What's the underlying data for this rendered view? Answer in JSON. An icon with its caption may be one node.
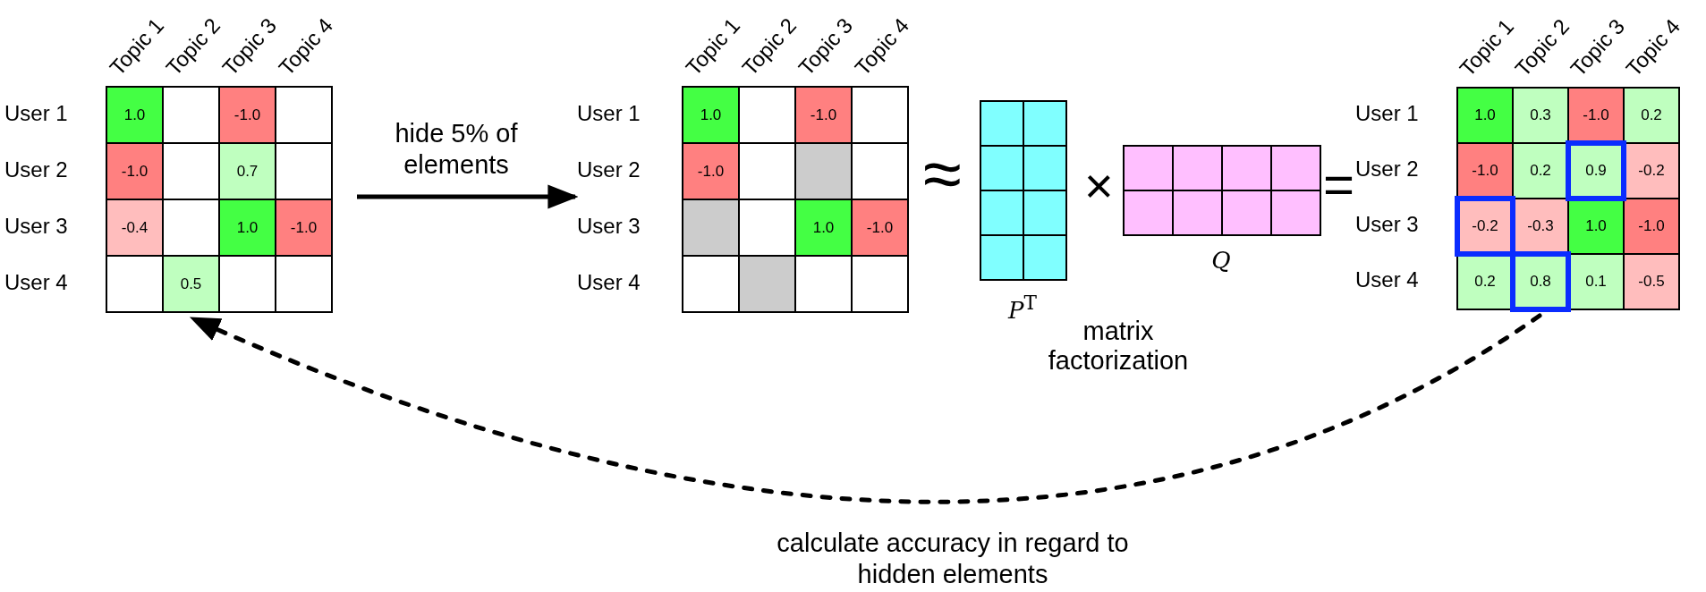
{
  "diagram": {
    "nodes": [
      {
        "text": [
          "Topic 1",
          "Topic 2",
          "Topic 3",
          "Topic 4",
          "User 1",
          "1.0",
          "-1.0",
          "User 2",
          "-1.0",
          "0.7",
          "User 3",
          "-0.4",
          "1.0",
          "-1.0",
          "User 4",
          "0.5"
        ]
      },
      {
        "text": [
          "Topic 1",
          "Topic 2",
          "Topic 3",
          "Topic 4",
          "User 1",
          "1.0",
          "-1.0",
          "User 2",
          "-1.0",
          "User 3",
          "1.0",
          "-1.0",
          "User 4"
        ]
      },
      {
        "text": [],
        "shape": "grid",
        "beside": [
          "*P*$^{T}$"
        ]
      },
      {
        "text": [],
        "shape": "grid",
        "beside": [
          "*Q*"
        ]
      },
      {
        "text": [
          "Topic 1",
          "Topic 2",
          "Topic 3",
          "Topic 4",
          "User 1",
          "1.0",
          "0.3",
          "-1.0",
          "0.2",
          "User 2",
          "-1.0",
          "0.2",
          "0.9",
          "-0.2",
          "User 3",
          "-0.2",
          "-0.3",
          "1.0",
          "-1.0",
          "User 4",
          "0.2",
          "0.8",
          "0.1",
          "-0.5"
        ]
      }
    ],
    "edges": [
      {
        "from": 0,
        "to": 1,
        "arrow": "to",
        "label": "hide 5% of elements"
      },
      {
        "from": 4,
        "to": 0,
        "arrow": "to",
        "style": "dashed",
        "label": "calculate accuracy in regard to hidden elements"
      }
    ],
    "labels": [
      "≈",
      "×",
      "=",
      "matrix factorization"
    ]
  }
}
